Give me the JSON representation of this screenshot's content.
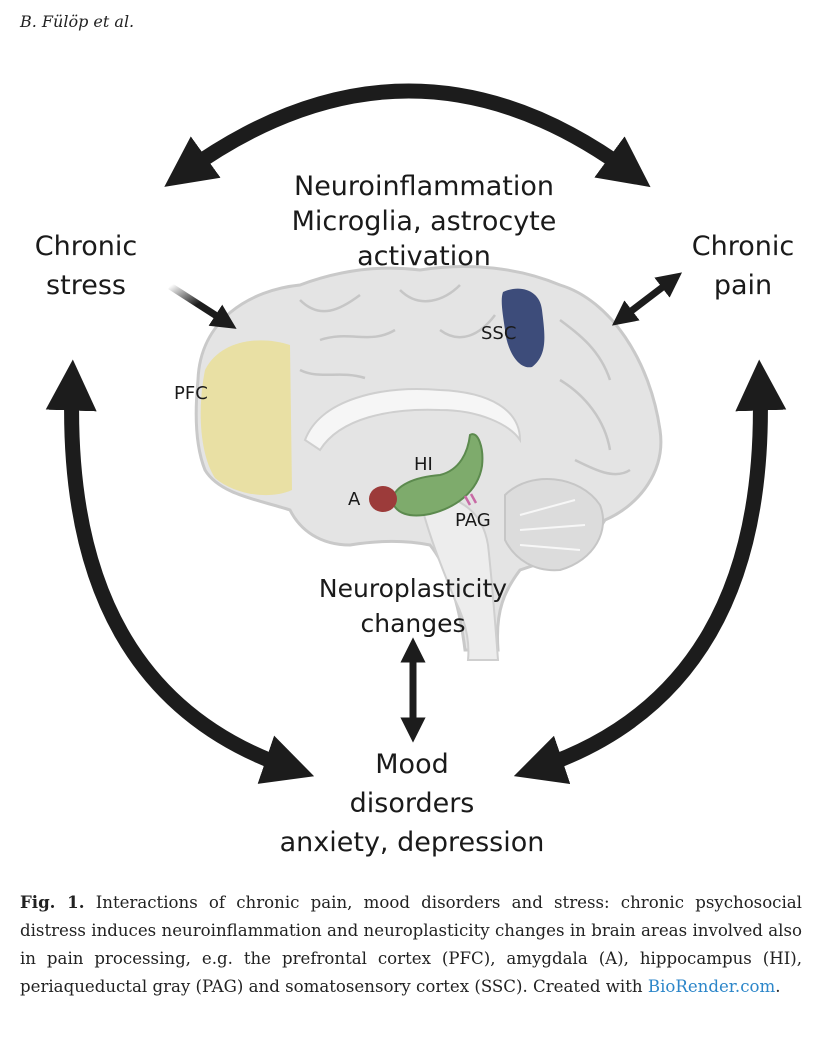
{
  "header": {
    "running_head": "B. Fülöp et al."
  },
  "figure": {
    "top_label": [
      "Neuroinflammation",
      "Microglia, astrocyte",
      "activation"
    ],
    "left_label": [
      "Chronic",
      "stress"
    ],
    "right_label": [
      "Chronic",
      "pain"
    ],
    "center_label": [
      "Neuroplasticity",
      "changes"
    ],
    "bottom_label": [
      "Mood",
      "disorders",
      "anxiety, depression"
    ],
    "regions": {
      "pfc": "PFC",
      "ssc": "SSC",
      "hi": "HI",
      "a": "A",
      "pag": "PAG"
    },
    "colors": {
      "pfc": "#e9df9e",
      "ssc": "#3d4c7a",
      "hippocampus": "#7eab6c",
      "amygdala": "#9c3b3a",
      "pag": "#c86aa5",
      "arrow": "#1c1c1c",
      "brain": "#e4e4e4"
    }
  },
  "caption": {
    "label": "Fig. 1.",
    "text": "Interactions of chronic pain, mood disorders and stress: chronic psychosocial distress induces neuroinflammation and neuroplasticity changes in brain areas involved also in pain processing, e.g. the prefrontal cortex (PFC), amygdala (A), hippocampus (HI), periaqueductal gray (PAG) and somatosensory cortex (SSC). Created with ",
    "link": "BioRender.com",
    "end": "."
  }
}
